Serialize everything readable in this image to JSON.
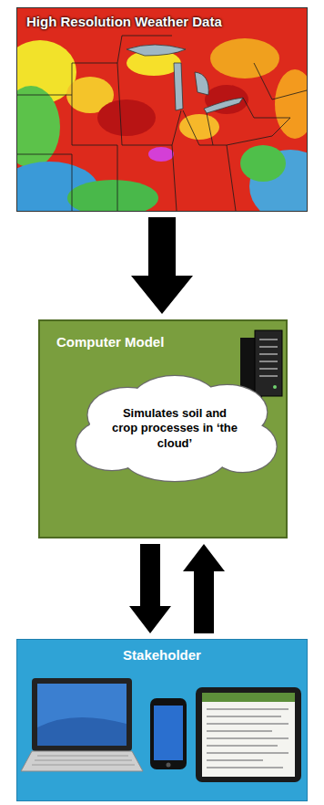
{
  "diagram": {
    "nodes": [
      {
        "text": [
          "High Resolution Weather Data"
        ]
      },
      {
        "text": [
          "Computer Model"
        ]
      },
      {
        "text": [
          "Simulates soil and crop processes in ‘the cloud’"
        ],
        "in": 1
      },
      {
        "text": [
          "Stakeholder"
        ]
      }
    ],
    "edges": [
      {
        "from": 0,
        "to": 1,
        "arrow": "to"
      },
      {
        "from": 1,
        "to": 3,
        "arrow": "to"
      },
      {
        "from": 3,
        "to": 1,
        "arrow": "to"
      }
    ]
  }
}
